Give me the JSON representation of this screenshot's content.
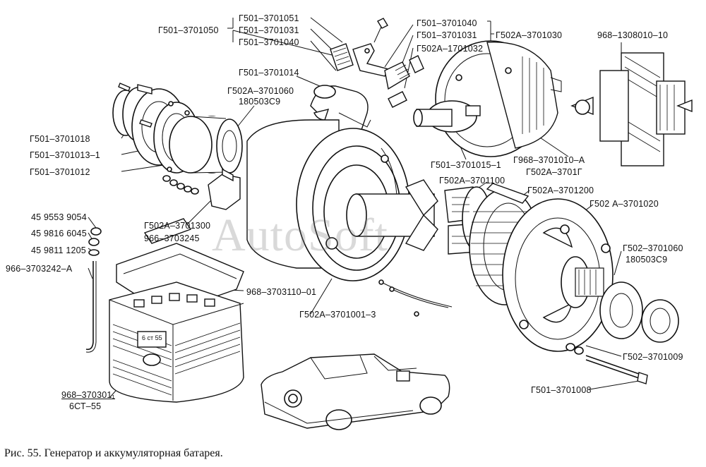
{
  "caption": "Рис. 55. Генератор и аккумуляторная батарея.",
  "watermark": "AutoSoft",
  "battery_marking": "6 ст 55",
  "labels": {
    "l3701051": "Г501–3701051",
    "l3701050": "Г501–3701050",
    "l3701031a": "Г501–3701031",
    "l3701040a": "Г501–3701040",
    "l3701040b": "Г501–3701040",
    "l3701031b": "Г501–3701031",
    "l1701032": "Г502А–1701032",
    "l3701030": "Г502А–3701030",
    "l1308010": "968–1308010–10",
    "l3701014": "Г501–3701014",
    "l3701060a": "Г502А–3701060",
    "l180503a": "180503С9",
    "l3701018": "Г501–3701018",
    "l3701013": "Г501–3701013–1",
    "l3701012": "Г501–3701012",
    "l3701015": "Г501–3701015–1",
    "l3701010": "Г968–3701010–А",
    "l3701G": "Г502А–3701Г",
    "l3701100": "Г502А–3701100",
    "l3701200": "Г502А–3701200",
    "l3701020": "Г502 А–3701020",
    "l9054": "45 9553 9054",
    "l6045": "45 9816 6045",
    "l1205": "45 9811 1205",
    "l3703242": "966–3703242–А",
    "l3701300": "Г502А–3701300",
    "l3703245": "966–3703245",
    "l3703110": "968–3703110–01",
    "l3701060b": "Г502–3701060",
    "l180503b": "180503С9",
    "l3701001": "Г502А–3701001–3",
    "l3701009": "Г502–3701009",
    "l3701008": "Г501–3701008",
    "l3703011": "968–370301₁",
    "l6ct55": "6СТ–55"
  }
}
